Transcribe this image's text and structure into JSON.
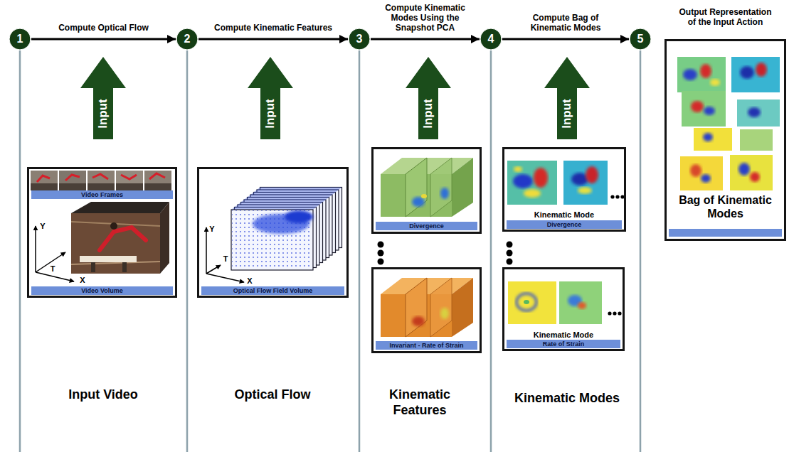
{
  "diagram": {
    "nodes": [
      {
        "text": [
          "1"
        ]
      },
      {
        "text": [
          "2"
        ]
      },
      {
        "text": [
          "3"
        ]
      },
      {
        "text": [
          "4"
        ]
      },
      {
        "text": [
          "5"
        ]
      },
      {
        "text": [
          "Input"
        ]
      },
      {
        "text": [
          "Input"
        ]
      },
      {
        "text": [
          "Input"
        ]
      },
      {
        "text": [
          "Input"
        ]
      },
      {
        "text": [
          "Video Frames",
          "Video Volume"
        ]
      },
      {
        "text": [
          "Optical Flow Field Volume"
        ]
      },
      {
        "text": [
          "Divergence"
        ]
      },
      {
        "text": [
          "Invariant - Rate of Strain"
        ]
      },
      {
        "text": [
          "Kinematic Mode",
          "Divergence"
        ]
      },
      {
        "text": [
          "Kinematic Mode",
          "Rate of Strain"
        ]
      },
      {
        "text": [
          "Output Representation of the Input Action",
          "Bag of Kinematic Modes"
        ]
      }
    ],
    "edges": [
      {
        "from": 0,
        "to": 1,
        "label": "Compute Optical Flow",
        "arrow": "to"
      },
      {
        "from": 1,
        "to": 2,
        "label": "Compute Kinematic Features",
        "arrow": "to"
      },
      {
        "from": 2,
        "to": 3,
        "label": "Compute Kinematic Modes Using the Snapshot PCA",
        "arrow": "to"
      },
      {
        "from": 3,
        "to": 4,
        "label": "Compute Bag of Kinematic Modes",
        "arrow": "to"
      }
    ],
    "labels": [
      "X",
      "Y",
      "T",
      "X",
      "Y",
      "T",
      "Input Video",
      "Optical Flow",
      "Kinematic Features",
      "Kinematic Modes"
    ]
  }
}
